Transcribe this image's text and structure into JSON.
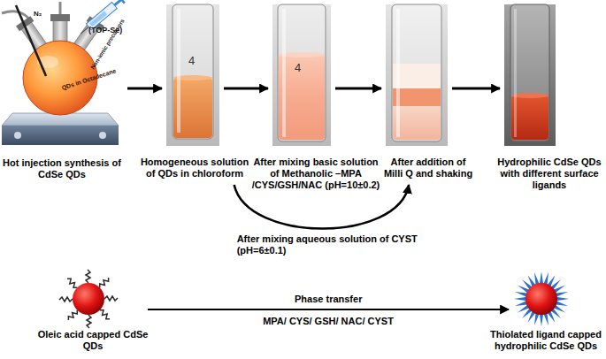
{
  "diagram": {
    "nodes": [
      {
        "text": [
          "Hot injection synthesis of CdSe QDs"
        ]
      },
      {
        "text": [
          "Homogeneous solution of QDs in chloroform"
        ]
      },
      {
        "text": [
          "After mixing basic solution of Methanolic –MPA /CYS/GSH/NAC (pH=10±0.2)"
        ]
      },
      {
        "text": [
          "After addition of Milli Q and shaking"
        ]
      },
      {
        "text": [
          "Hydrophilic CdSe QDs with different surface ligands"
        ]
      },
      {
        "text": [
          "Oleic acid capped CdSe QDs"
        ]
      },
      {
        "text": [
          "Thiolated ligand capped hydrophilic CdSe QDs"
        ]
      }
    ],
    "edges": [
      {
        "from": 0,
        "to": 1,
        "arrow": "to"
      },
      {
        "from": 1,
        "to": 2,
        "arrow": "to"
      },
      {
        "from": 2,
        "to": 3,
        "arrow": "to"
      },
      {
        "from": 3,
        "to": 4,
        "arrow": "to"
      },
      {
        "from": 1,
        "to": 3,
        "arrow": "to",
        "label": "After mixing aqueous solution of CYST (pH=6±0.1)"
      },
      {
        "from": 5,
        "to": 6,
        "arrow": "to",
        "label": "Phase transfer"
      }
    ],
    "labels": [
      "(TOP-Se)",
      "Non-ionic precursors",
      "QDs in Octadecane",
      "N₂",
      "4",
      "4",
      "MPA/ CYS/ GSH/ NAC/ CYST"
    ]
  }
}
